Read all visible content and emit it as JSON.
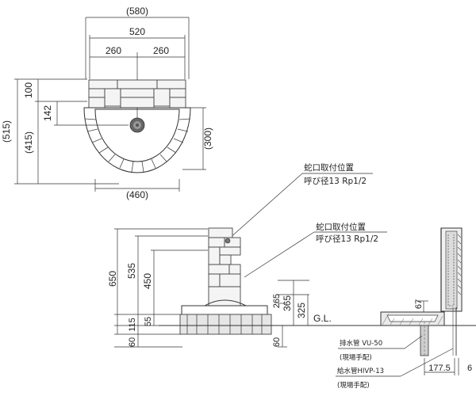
{
  "plan": {
    "width_total": "(580)",
    "width_inner": "520",
    "half_left": "260",
    "half_right": "260",
    "height_total": "(515)",
    "height_top": "100",
    "height_mid": "(415)",
    "faucet_offset": "142",
    "basin_depth": "(300)",
    "basin_width": "(460)"
  },
  "faucet_note_1": {
    "title": "蛇口取付位置",
    "spec": "呼び径13 Rp1/2"
  },
  "faucet_note_2": {
    "title": "蛇口取付位置",
    "spec": "呼び径13 Rp1/2"
  },
  "elevation": {
    "h650": "650",
    "h535": "535",
    "h450": "450",
    "h115": "115",
    "h55": "55",
    "h60": "60",
    "h365": "365",
    "h325": "325",
    "h265": "265",
    "gl": "G.L."
  },
  "section": {
    "h67": "67",
    "d1775": "177.5",
    "d6": "6",
    "drain_pipe": "排水管 VU-50",
    "drain_note": "(現場手配)",
    "supply_pipe": "給水管HIVP-13",
    "supply_note": "(現場手配)"
  }
}
